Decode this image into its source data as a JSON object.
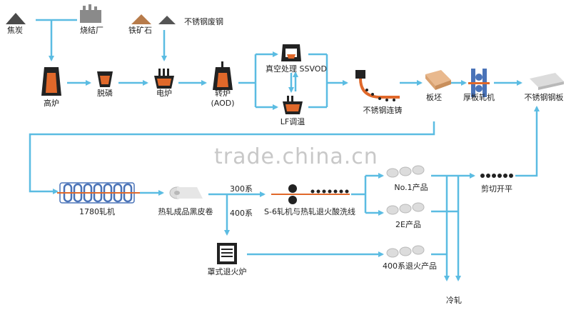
{
  "labels": {
    "coke": "焦炭",
    "sinter_plant": "烧结厂",
    "iron_ore": "铁矿石",
    "stainless_scrap": "不锈钢废钢",
    "blast_furnace": "高炉",
    "dephosphorization": "脱磷",
    "electric_furnace": "电炉",
    "converter": "转炉",
    "converter_aod": "(AOD)",
    "vacuum_ssvod": "真空处理 SSVOD",
    "lf": "LF调温",
    "continuous_casting": "不锈钢连铸",
    "slab": "板坯",
    "plate_mill": "厚板轧机",
    "stainless_plate": "不锈钢钢板",
    "mill_1780": "1780轧机",
    "hot_rolled_coil": "热轧成品黑皮卷",
    "series_300": "300系",
    "series_400": "400系",
    "s6_mill": "S-6轧机与热轧退火酸洗线",
    "no1_product": "No.1产品",
    "product_2e": "2E产品",
    "shear_flatten": "剪切开平",
    "bell_annealing": "罩式退火炉",
    "annealed_400": "400系退火产品",
    "cold_rolling": "冷轧"
  },
  "watermark": "trade.china.cn",
  "colors": {
    "arrow": "#5bbce2",
    "icon_dark": "#222222",
    "molten": "#e0682a",
    "molten_light": "#f2a35d",
    "coil": "#dcdcdc",
    "mill_blue": "#4a73b8",
    "slab": "#e9b98e"
  }
}
